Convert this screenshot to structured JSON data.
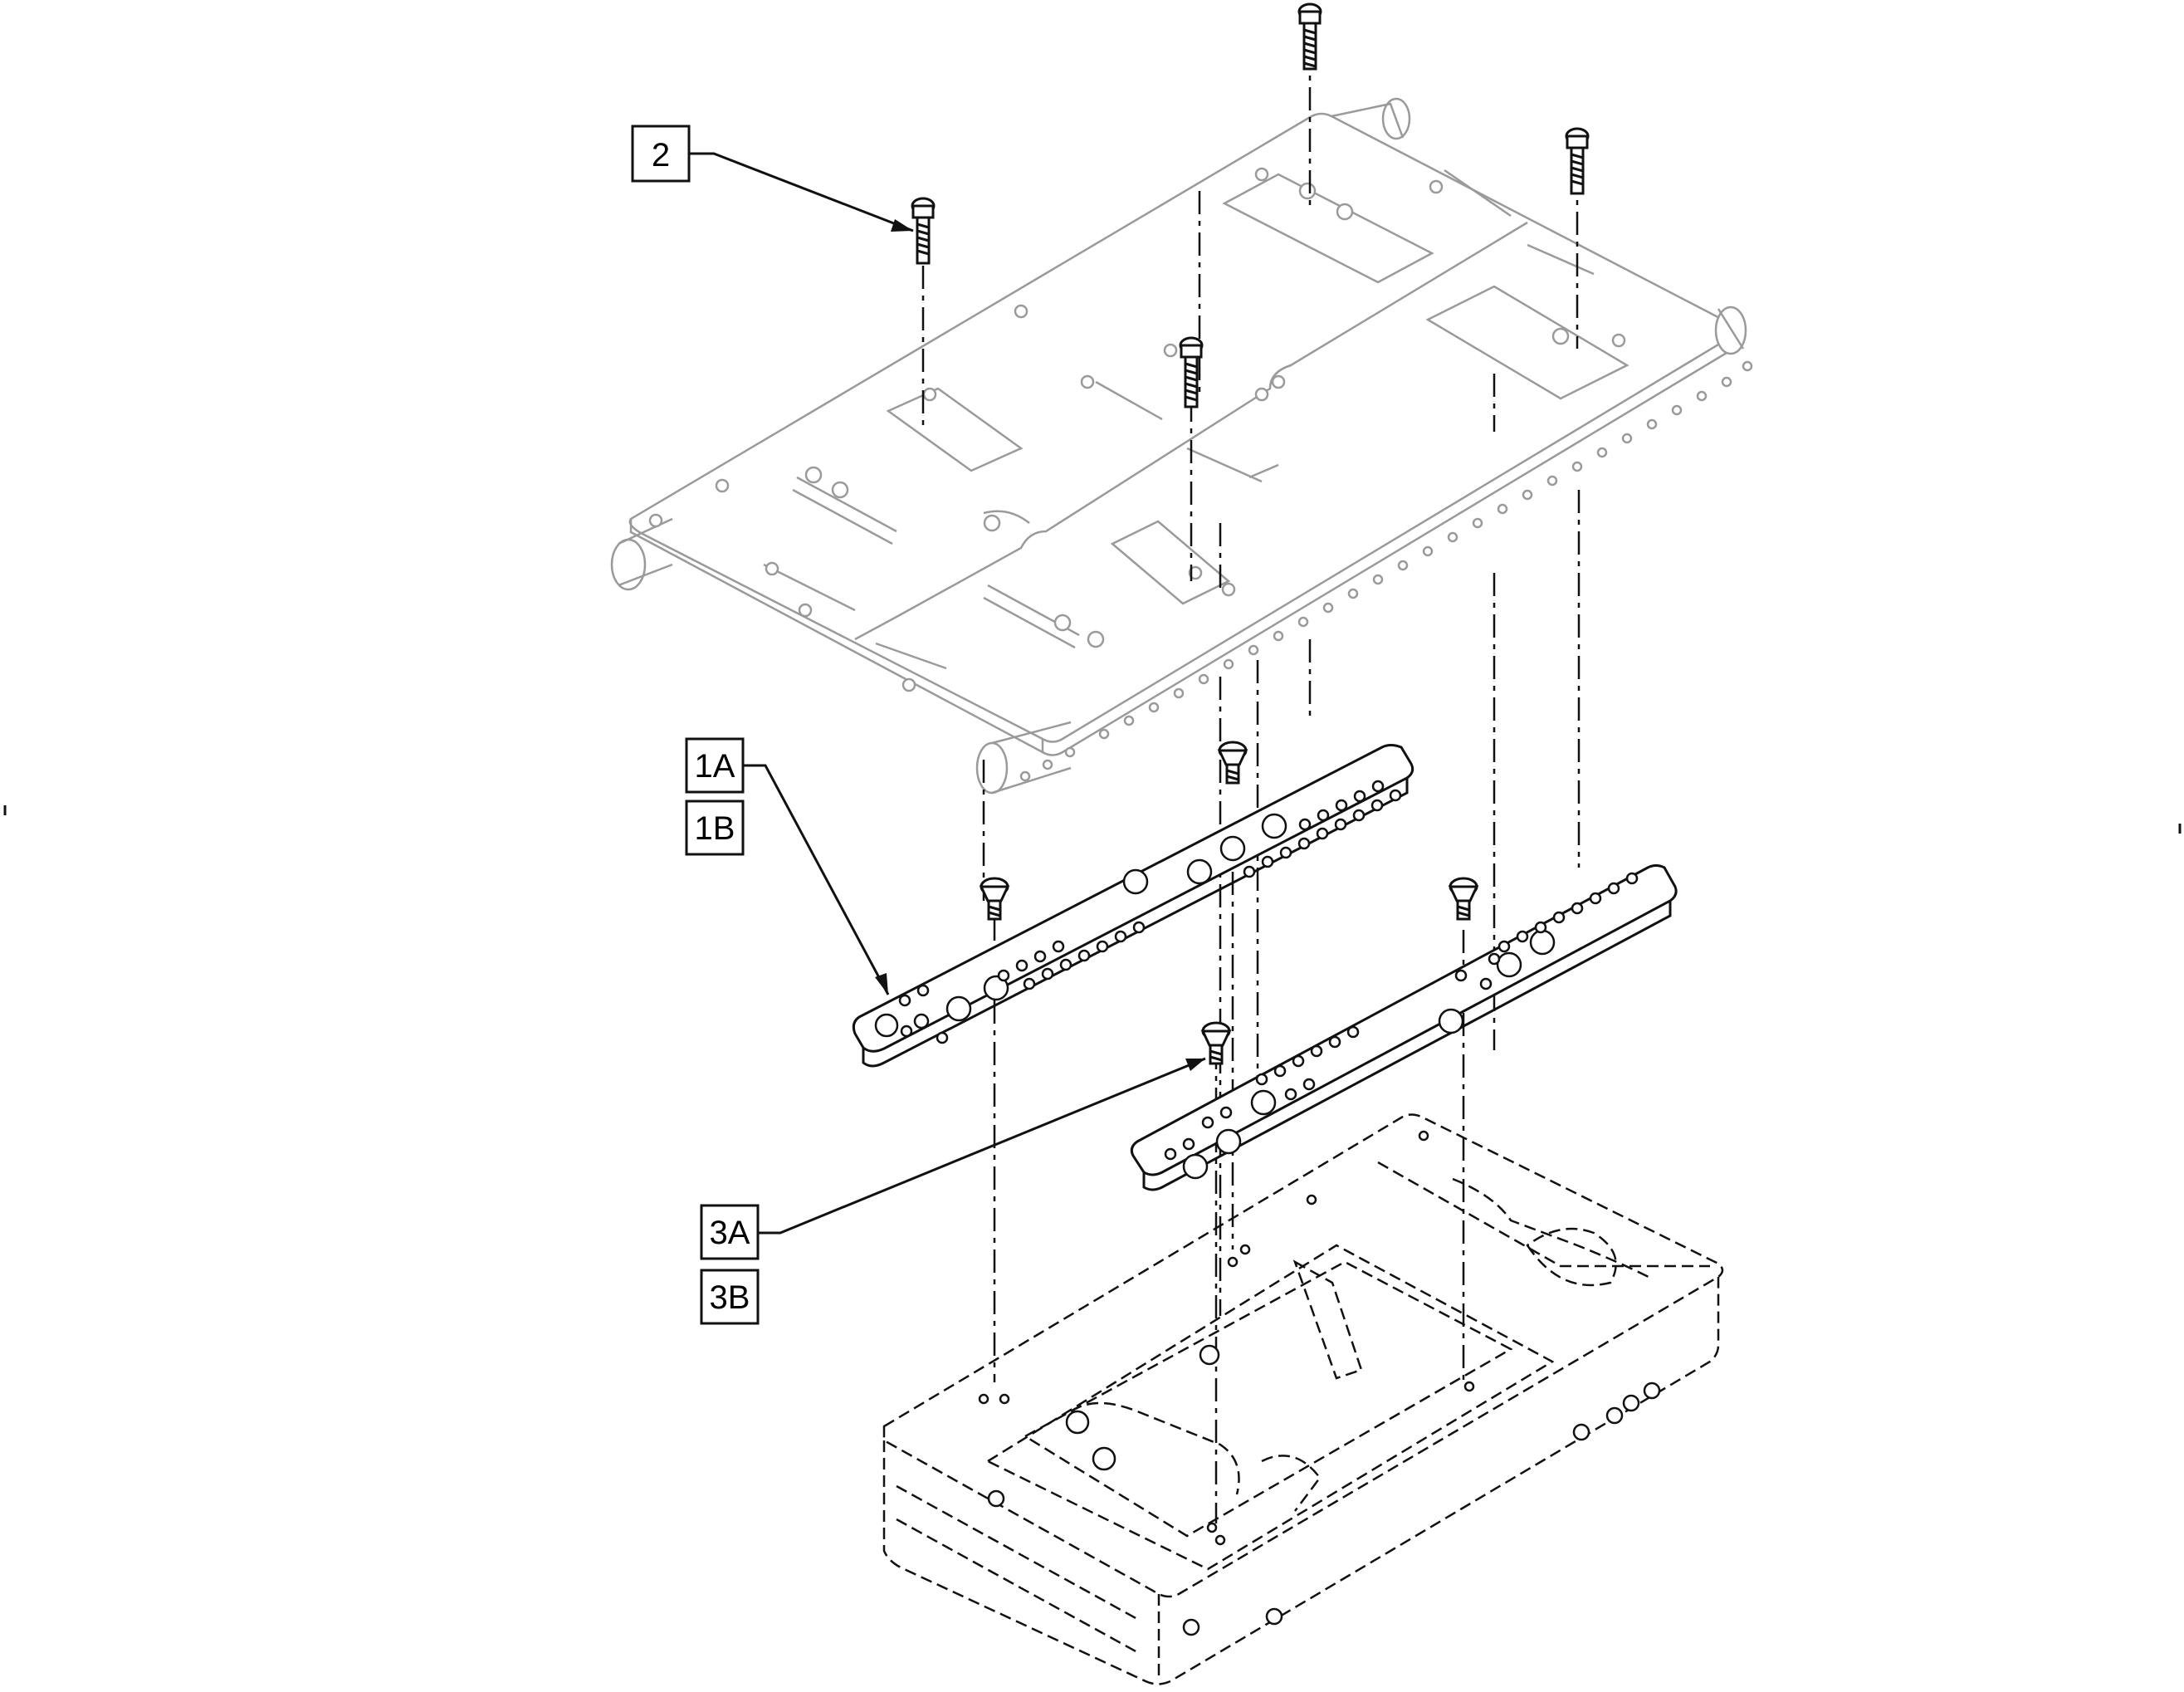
{
  "callouts": {
    "c2": "2",
    "c1a": "1A",
    "c1b": "1B",
    "c3a": "3A",
    "c3b": "3B"
  },
  "parts": [
    {
      "id": "seat-pan",
      "description_icon": "seat-pan-plate"
    },
    {
      "id": "mounting-plate-left",
      "description_icon": "drilled-bar"
    },
    {
      "id": "mounting-plate-right",
      "description_icon": "drilled-bar"
    },
    {
      "id": "base-frame",
      "description_icon": "tilt-base-frame"
    }
  ],
  "colors": {
    "line": "#111111",
    "ghost_line": "#9a9a9a",
    "background": "#ffffff"
  }
}
